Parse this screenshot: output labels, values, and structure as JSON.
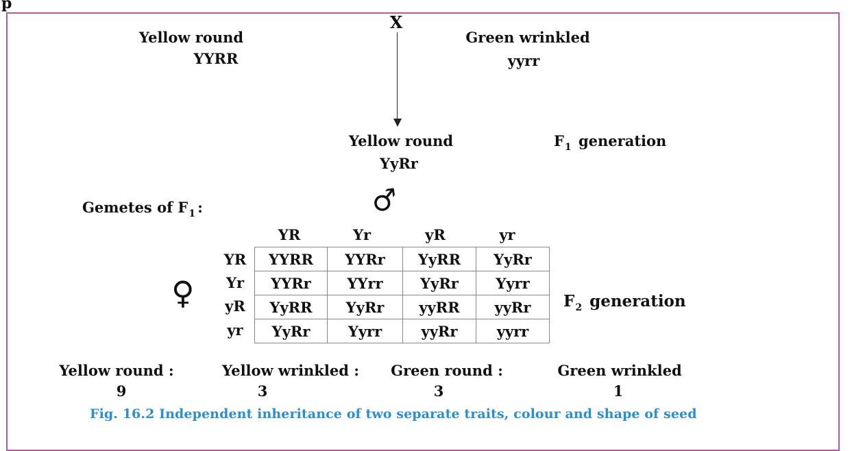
{
  "top_left_text": "p",
  "cross_symbol": "X",
  "parents": {
    "left": {
      "phenotype": "Yellow round",
      "genotype": "YYRR"
    },
    "right": {
      "phenotype": "Green wrinkled",
      "genotype": "yyrr"
    }
  },
  "f1": {
    "phenotype": "Yellow round",
    "genotype": "YyRr",
    "label_prefix": "F",
    "label_sub": "1",
    "label_suffix": "generation"
  },
  "gametes": {
    "label_prefix": "Gemetes of F",
    "label_sub": "1",
    "label_suffix": ":"
  },
  "male_symbol": "♂",
  "female_symbol": "♀",
  "punnett": {
    "column_headers": [
      "YR",
      "Yr",
      "yR",
      "yr"
    ],
    "row_headers": [
      "YR",
      "Yr",
      "yR",
      "yr"
    ],
    "cells": [
      [
        "YYRR",
        "YYRr",
        "YyRR",
        "YyRr"
      ],
      [
        "YYRr",
        "YYrr",
        "YyRr",
        "Yyrr"
      ],
      [
        "YyRR",
        "YyRr",
        "yyRR",
        "yyRr"
      ],
      [
        "YyRr",
        "Yyrr",
        "yyRr",
        "yyrr"
      ]
    ]
  },
  "f2": {
    "label_prefix": "F",
    "label_sub": "2",
    "label_suffix": "generation"
  },
  "ratio": [
    {
      "phenotype": "Yellow round :",
      "count": "9"
    },
    {
      "phenotype": "Yellow wrinkled :",
      "count": "3"
    },
    {
      "phenotype": "Green round :",
      "count": "3"
    },
    {
      "phenotype": "Green wrinkled",
      "count": "1"
    }
  ],
  "caption": "Fig. 16.2 Independent inheritance of two separate traits, colour and shape of seed",
  "colors": {
    "frame_border": "#c2549a",
    "caption": "#2a8fcf",
    "grid_border": "#888888"
  }
}
